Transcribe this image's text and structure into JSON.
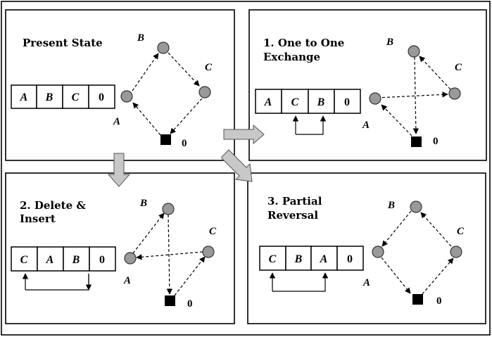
{
  "panels": {
    "present": {
      "title_lines": [
        "Present State"
      ],
      "sequence": [
        "A",
        "B",
        "C",
        "0"
      ],
      "node_labels": {
        "A": "A",
        "B": "B",
        "C": "C",
        "depot": "0"
      }
    },
    "one_to_one": {
      "title_lines": [
        "1. One to One",
        "Exchange"
      ],
      "sequence": [
        "A",
        "C",
        "B",
        "0"
      ],
      "node_labels": {
        "A": "A",
        "B": "B",
        "C": "C",
        "depot": "0"
      }
    },
    "delete_insert": {
      "title_lines": [
        "2. Delete &",
        "Insert"
      ],
      "sequence": [
        "C",
        "A",
        "B",
        "0"
      ],
      "node_labels": {
        "A": "A",
        "B": "B",
        "C": "C",
        "depot": "0"
      }
    },
    "partial_reversal": {
      "title_lines": [
        "3. Partial",
        "Reversal"
      ],
      "sequence": [
        "C",
        "B",
        "A",
        "0"
      ],
      "node_labels": {
        "A": "A",
        "B": "B",
        "C": "C",
        "depot": "0"
      }
    }
  },
  "colors": {
    "node_fill": "#999999",
    "depot_fill": "#000000",
    "arrow_fill": "#c8c8c8"
  }
}
